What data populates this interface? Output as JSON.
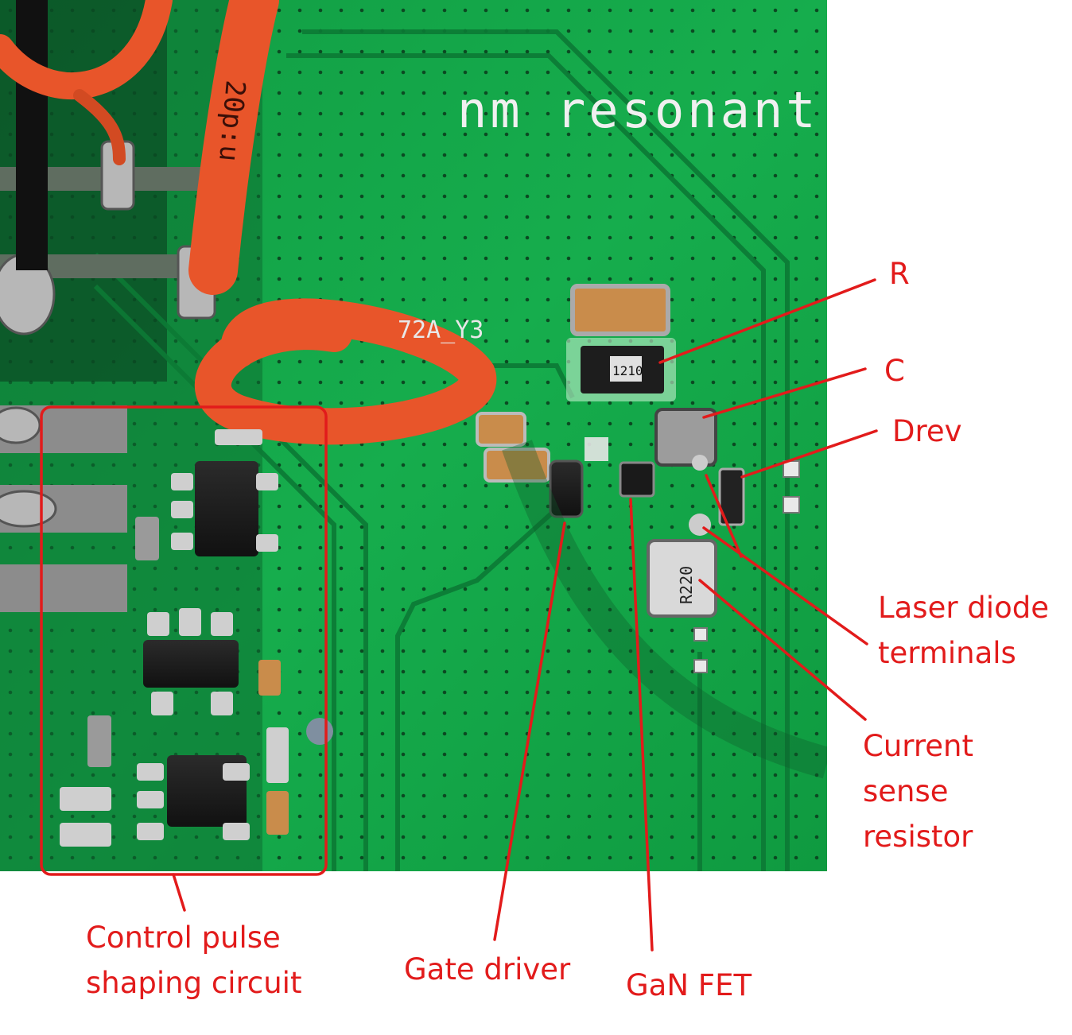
{
  "board": {
    "silkscreen_title": "nm resonant",
    "silkscreen_ref": "72A_Y3",
    "wire_marking": "20p:u",
    "resistor_marking": "1210",
    "sense_resistor_marking": "R220"
  },
  "labels": {
    "r": "R",
    "c": "C",
    "drev": "Drev",
    "laser_diode_terminals": [
      "Laser diode",
      "terminals"
    ],
    "current_sense_resistor": [
      "Current",
      "sense",
      "resistor"
    ],
    "control_pulse_shaping_circuit": [
      "Control pulse",
      "shaping circuit"
    ],
    "gate_driver": "Gate driver",
    "gan_fet": "GaN FET"
  },
  "colors": {
    "annotation": "#e21b1b",
    "pcb": "#14a84a",
    "wire": "#e8552a"
  }
}
